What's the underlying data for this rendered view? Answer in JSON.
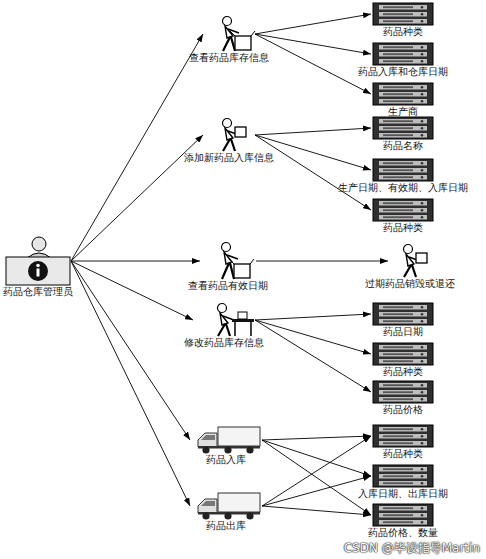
{
  "diagram": {
    "nodes": [
      {
        "text": [
          "药品仓库管理员"
        ]
      },
      {
        "text": [
          "查看药品库存信息"
        ]
      },
      {
        "text": [
          "药品种类"
        ]
      },
      {
        "text": [
          "药品入库和仓库日期"
        ]
      },
      {
        "text": [
          "生产商"
        ]
      },
      {
        "text": [
          "添加新药品入库信息"
        ]
      },
      {
        "text": [
          "药品名称"
        ]
      },
      {
        "text": [
          "生产日期、有效期、入库日期"
        ]
      },
      {
        "text": [
          "药品种类"
        ]
      },
      {
        "text": [
          "查看药品有效日期"
        ]
      },
      {
        "text": [
          "过期药品销毁或退还"
        ]
      },
      {
        "text": [
          "修改药品库存信息"
        ]
      },
      {
        "text": [
          "药品日期"
        ]
      },
      {
        "text": [
          "药品种类"
        ]
      },
      {
        "text": [
          "药品价格"
        ]
      },
      {
        "text": [
          "药品入库"
        ]
      },
      {
        "text": [
          "药品出库"
        ]
      },
      {
        "text": [
          "药品种类"
        ]
      },
      {
        "text": [
          "入库日期、出库日期"
        ]
      },
      {
        "text": [
          "药品价格、数量"
        ]
      }
    ],
    "edges": [
      {
        "from": 0,
        "to": 1,
        "arrow": "to"
      },
      {
        "from": 0,
        "to": 5,
        "arrow": "to"
      },
      {
        "from": 0,
        "to": 9,
        "arrow": "to"
      },
      {
        "from": 0,
        "to": 11,
        "arrow": "to"
      },
      {
        "from": 0,
        "to": 15,
        "arrow": "to"
      },
      {
        "from": 0,
        "to": 16,
        "arrow": "to"
      },
      {
        "from": 1,
        "to": 2,
        "arrow": "to"
      },
      {
        "from": 1,
        "to": 3,
        "arrow": "to"
      },
      {
        "from": 1,
        "to": 4,
        "arrow": "to"
      },
      {
        "from": 5,
        "to": 6,
        "arrow": "to"
      },
      {
        "from": 5,
        "to": 7,
        "arrow": "to"
      },
      {
        "from": 5,
        "to": 8,
        "arrow": "to"
      },
      {
        "from": 9,
        "to": 10,
        "arrow": "to"
      },
      {
        "from": 11,
        "to": 12,
        "arrow": "to"
      },
      {
        "from": 11,
        "to": 13,
        "arrow": "to"
      },
      {
        "from": 11,
        "to": 14,
        "arrow": "to"
      },
      {
        "from": 15,
        "to": 17,
        "arrow": "to"
      },
      {
        "from": 15,
        "to": 18,
        "arrow": "to"
      },
      {
        "from": 15,
        "to": 19,
        "arrow": "to"
      },
      {
        "from": 16,
        "to": 17,
        "arrow": "to"
      },
      {
        "from": 16,
        "to": 18,
        "arrow": "to"
      },
      {
        "from": 16,
        "to": 19,
        "arrow": "to"
      }
    ],
    "labels": [
      "CSDN @毕设指导Martin"
    ]
  }
}
